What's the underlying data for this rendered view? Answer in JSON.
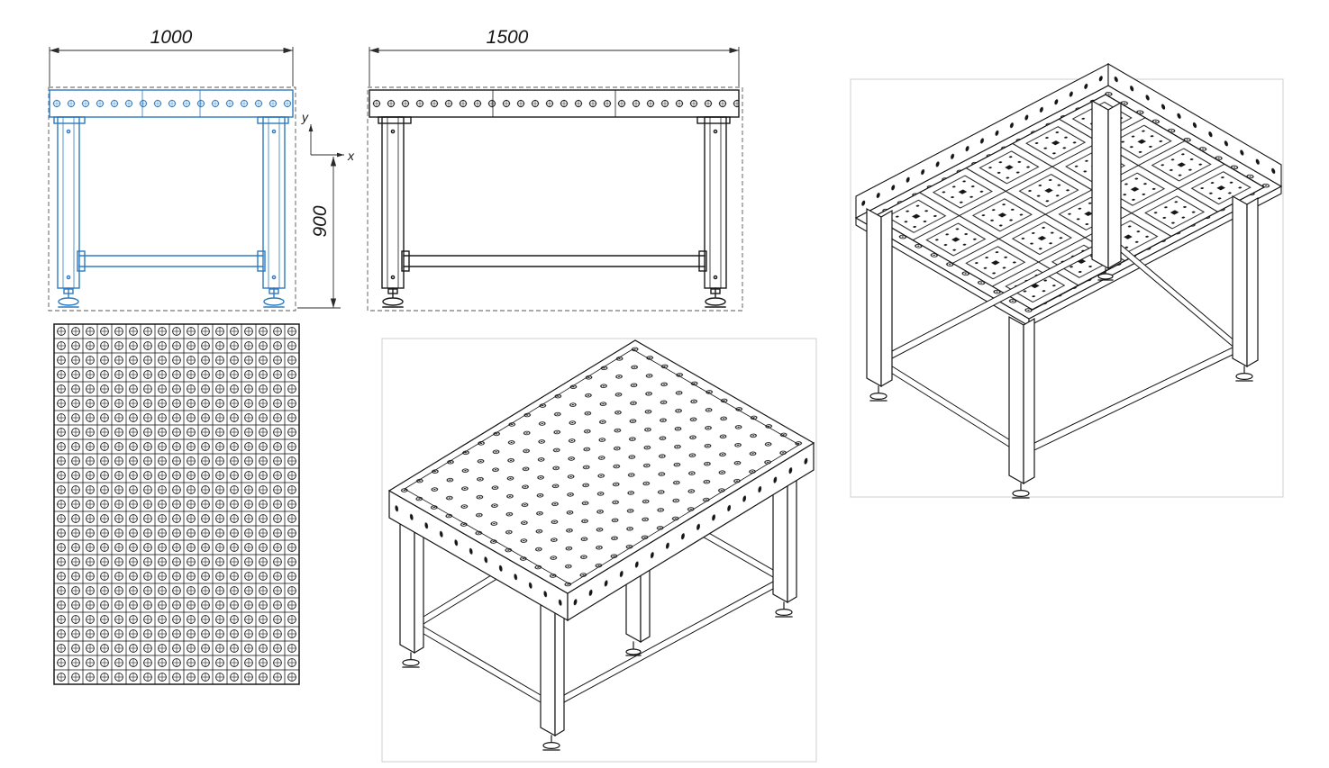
{
  "views": {
    "front": {
      "width_dim": "1000",
      "height_dim": "900",
      "axis_label_y": "y",
      "axis_label_x": "x"
    },
    "side": {
      "width_dim": "1500"
    }
  },
  "colors": {
    "accent_blue": "#2e7bc0",
    "line_black": "#1a1a1a",
    "dim_text": "#161616",
    "frame_gray": "#cfcfcf"
  }
}
